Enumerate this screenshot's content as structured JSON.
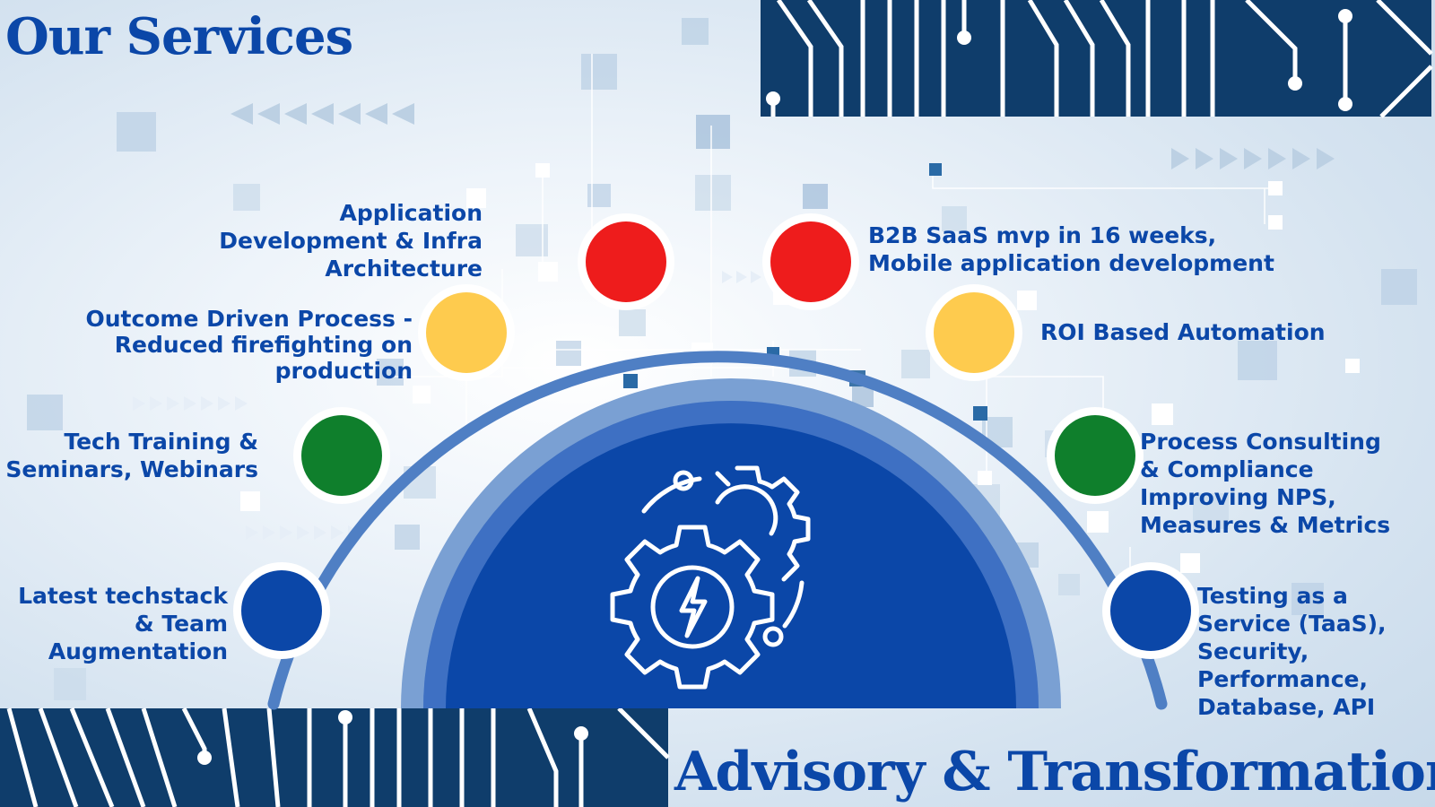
{
  "heading": "Our Services",
  "footer_title": "Advisory & Transformation",
  "center_icon": "gear-lightning-icon",
  "colors": {
    "primary_blue": "#0b47a8",
    "red": "#ee1c1c",
    "yellow": "#fecb4e",
    "green": "#0f7f2c",
    "navy": "#0f3d6b"
  },
  "services": [
    {
      "color": "red",
      "lines": [
        "Application",
        "Development & Infra",
        "Architecture"
      ]
    },
    {
      "color": "red",
      "lines": [
        "B2B SaaS mvp in 16 weeks,",
        "Mobile application development"
      ]
    },
    {
      "color": "yellow",
      "lines": [
        "Outcome Driven Process -",
        "Reduced firefighting on",
        "production"
      ]
    },
    {
      "color": "yellow",
      "lines": [
        "ROI Based Automation"
      ]
    },
    {
      "color": "green",
      "lines": [
        "Tech Training &",
        "Seminars, Webinars"
      ]
    },
    {
      "color": "green",
      "lines": [
        "Process Consulting",
        "& Compliance",
        "Improving NPS,",
        "Measures & Metrics"
      ]
    },
    {
      "color": "blue",
      "lines": [
        "Latest techstack",
        "& Team",
        "Augmentation"
      ]
    },
    {
      "color": "blue",
      "lines": [
        "Testing as a",
        "Service (TaaS),",
        "Security,",
        "Performance,",
        "Database, API"
      ]
    }
  ]
}
